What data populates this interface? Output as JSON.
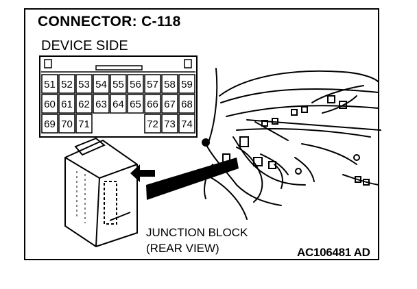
{
  "header": {
    "title": "CONNECTOR: C-118",
    "subtitle": "DEVICE SIDE"
  },
  "connector": {
    "rows": [
      [
        "51",
        "52",
        "53",
        "54",
        "55",
        "56",
        "57",
        "58",
        "59"
      ],
      [
        "60",
        "61",
        "62",
        "63",
        "64",
        "65",
        "66",
        "67",
        "68"
      ],
      [
        "69",
        "70",
        "71",
        "",
        "",
        "",
        "72",
        "73",
        "74"
      ]
    ]
  },
  "caption": {
    "line1": "JUNCTION BLOCK",
    "line2": "(REAR VIEW)"
  },
  "figure_code": "AC106481 AD"
}
